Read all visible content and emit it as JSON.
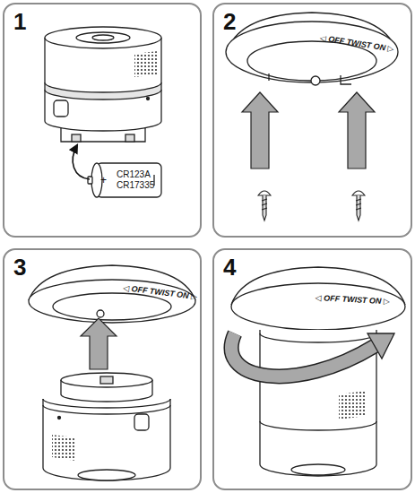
{
  "diagram": {
    "nodes": [
      {
        "text": [
          "1"
        ]
      },
      {
        "text": [
          "2"
        ]
      },
      {
        "text": [
          "3"
        ]
      },
      {
        "text": [
          "4"
        ]
      }
    ],
    "labels": [
      "+",
      "CR123A CR17335",
      "◁ OFF TWIST ON ▷",
      "◁ OFF TWIST ON ▷",
      "◁ OFF TWIST ON ▷"
    ]
  }
}
